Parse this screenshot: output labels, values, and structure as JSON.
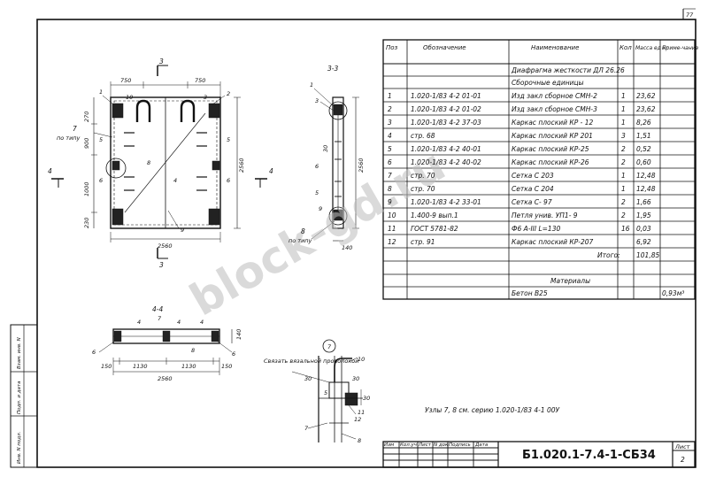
{
  "page_number": "77",
  "table": {
    "headers": {
      "pos": "Поз",
      "designation": "Обозначение",
      "name": "Наименование",
      "qty": "Кол",
      "mass": "Масса ед кг",
      "note": "Приме-чание"
    },
    "title_row": "Диафрагма жесткости ДЛ 26.26",
    "section_row": "Сборочные единицы",
    "rows": [
      {
        "pos": "1",
        "designation": "1.020-1/83 4-2 01-01",
        "name": "Изд закл сборное СМН-2",
        "qty": "1",
        "mass": "23,62"
      },
      {
        "pos": "2",
        "designation": "1.020-1/83 4-2 01-02",
        "name": "Изд закл сборное СМН-3",
        "qty": "1",
        "mass": "23,62"
      },
      {
        "pos": "3",
        "designation": "1.020-1/83 4-2 37-03",
        "name": "Каркас плоский КР - 12",
        "qty": "1",
        "mass": "8,26"
      },
      {
        "pos": "4",
        "designation": "стр. 68",
        "name": "Каркас плоский КР 201",
        "qty": "3",
        "mass": "1,51"
      },
      {
        "pos": "5",
        "designation": "1.020-1/83 4-2 40-01",
        "name": "Каркас плоский КР-25",
        "qty": "2",
        "mass": "0,52"
      },
      {
        "pos": "6",
        "designation": "1.020-1/83 4-2 40-02",
        "name": "Каркас плоский КР-26",
        "qty": "2",
        "mass": "0,60"
      },
      {
        "pos": "7",
        "designation": "стр. 70",
        "name": "Сетка С 203",
        "qty": "1",
        "mass": "12,48"
      },
      {
        "pos": "8",
        "designation": "стр. 70",
        "name": "Сетка С 204",
        "qty": "1",
        "mass": "12,48"
      },
      {
        "pos": "9",
        "designation": "1.020-1/83 4-2 33-01",
        "name": "Сетка С- 97",
        "qty": "2",
        "mass": "1,66"
      },
      {
        "pos": "10",
        "designation": "1.400-9 вып.1",
        "name": "Петля унив. УП1- 9",
        "qty": "2",
        "mass": "1,95"
      },
      {
        "pos": "11",
        "designation": "ГОСТ 5781-82",
        "name": "Ф6 А-III L=130",
        "qty": "16",
        "mass": "0,03"
      },
      {
        "pos": "12",
        "designation": "стр. 91",
        "name": "Каркас плоский КР-207",
        "qty": "",
        "mass": "6,92"
      }
    ],
    "total_label": "Итого:",
    "total_value": "101,85",
    "materials_label": "Материалы",
    "concrete_name": "Бетон В25",
    "concrete_note": "0,93м³"
  },
  "views": {
    "main": {
      "section_mark": "3",
      "side_mark": "4",
      "dim_750a": "750",
      "dim_750b": "750",
      "dim_2560": "2560",
      "dim_1000": "1000",
      "dim_900": "900",
      "dim_270": "270",
      "dim_230": "230",
      "dim_2560v": "2560",
      "label_po_tipu": "по типу",
      "callouts": [
        "1",
        "2",
        "3",
        "4",
        "5",
        "6",
        "7",
        "8",
        "9",
        "10"
      ]
    },
    "section_33": {
      "title": "3-3",
      "dim_2560": "2560",
      "dim_30": "30",
      "dim_140": "140",
      "label_8": "8",
      "label_po_tipu": "по типу"
    },
    "section_44": {
      "title": "4-4",
      "dims": [
        "150",
        "1130",
        "1130",
        "150"
      ],
      "total": "2560",
      "dim_140": "140",
      "labels": [
        "4",
        "7",
        "4",
        "4",
        "8",
        "6",
        "6"
      ]
    },
    "node": {
      "circle": "7",
      "note": "Связать вязальной проволокой",
      "labels": [
        "10",
        "11",
        "12",
        "7",
        "8"
      ],
      "dims": [
        "30",
        "30",
        "30",
        "5"
      ]
    }
  },
  "footnote": "Узлы 7, 8 см. серию 1.020-1/83 4-1 00У",
  "stamp": {
    "headers": [
      "Изм",
      "Кол.уч",
      "Лист",
      "N док",
      "Подпись",
      "Дата"
    ],
    "code": "Б1.020.1-7.4-1-СБ34",
    "sheet_label": "Лист",
    "sheet_value": "2"
  },
  "left_strip": [
    "Инв. N подл.",
    "Подп. и дата",
    "Взам. инв. N"
  ],
  "watermark": "block-gd.ru"
}
